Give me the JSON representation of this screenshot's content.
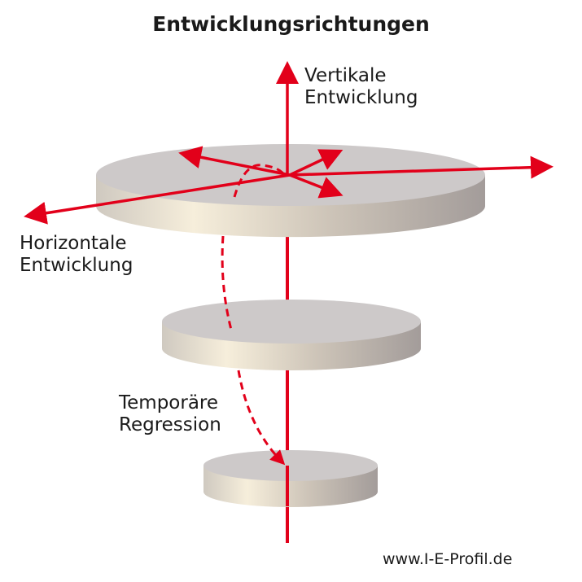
{
  "title": "Entwicklungsrichtungen",
  "labels": {
    "vertical_1": "Vertikale",
    "vertical_2": "Entwicklung",
    "horizontal_1": "Horizontale",
    "horizontal_2": "Entwicklung",
    "regression_1": "Temporäre",
    "regression_2": "Regression"
  },
  "source": "www.I-E-Profil.de",
  "colors": {
    "arrow": "#e2001a",
    "disk_top": "#cdc9c9",
    "disk_side_light": "#f6eedb",
    "disk_side_dark": "#a59e9c"
  }
}
